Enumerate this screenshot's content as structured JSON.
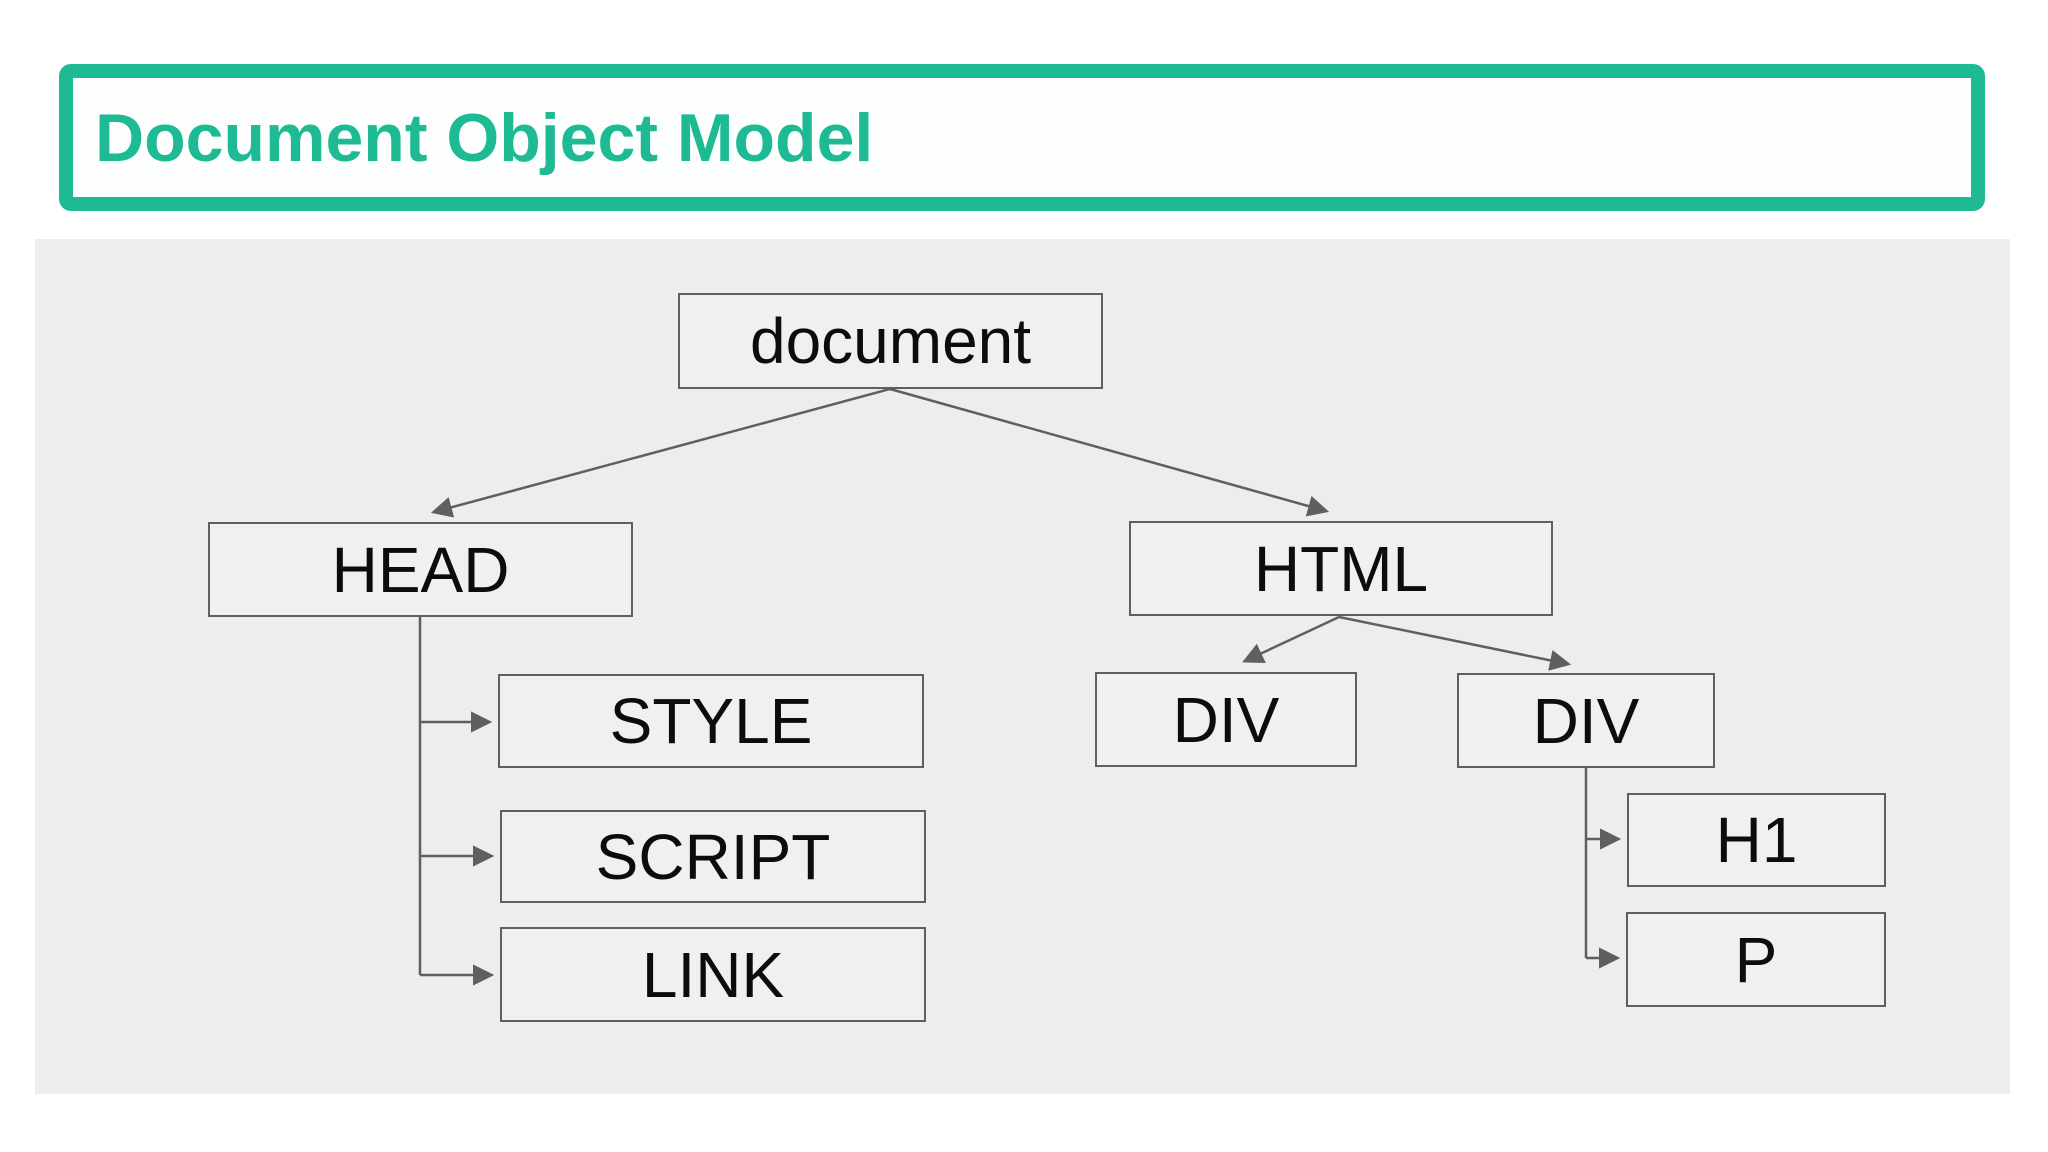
{
  "title": {
    "text": "Document Object Model"
  },
  "colors": {
    "accent": "#1dba94",
    "panel_bg": "#ededed",
    "node_bg": "#f0f0f0",
    "node_border": "#5f5f5f",
    "connector": "#5f5f5f",
    "node_text": "#0c0c0c"
  },
  "diagram": {
    "type": "tree",
    "nodes": [
      {
        "id": "document",
        "label": "document"
      },
      {
        "id": "head",
        "label": "HEAD"
      },
      {
        "id": "html",
        "label": "HTML"
      },
      {
        "id": "style",
        "label": "STYLE"
      },
      {
        "id": "script",
        "label": "SCRIPT"
      },
      {
        "id": "link",
        "label": "LINK"
      },
      {
        "id": "div1",
        "label": "DIV"
      },
      {
        "id": "div2",
        "label": "DIV"
      },
      {
        "id": "h1",
        "label": "H1"
      },
      {
        "id": "p",
        "label": "P"
      }
    ],
    "edges": [
      {
        "from": "document",
        "to": "head",
        "style": "straight-arrow"
      },
      {
        "from": "document",
        "to": "html",
        "style": "straight-arrow"
      },
      {
        "from": "head",
        "to": "style",
        "style": "elbow-arrow"
      },
      {
        "from": "head",
        "to": "script",
        "style": "elbow-arrow"
      },
      {
        "from": "head",
        "to": "link",
        "style": "elbow-arrow"
      },
      {
        "from": "html",
        "to": "div1",
        "style": "straight-arrow"
      },
      {
        "from": "html",
        "to": "div2",
        "style": "straight-arrow"
      },
      {
        "from": "div2",
        "to": "h1",
        "style": "elbow-arrow"
      },
      {
        "from": "div2",
        "to": "p",
        "style": "elbow-arrow"
      }
    ]
  }
}
